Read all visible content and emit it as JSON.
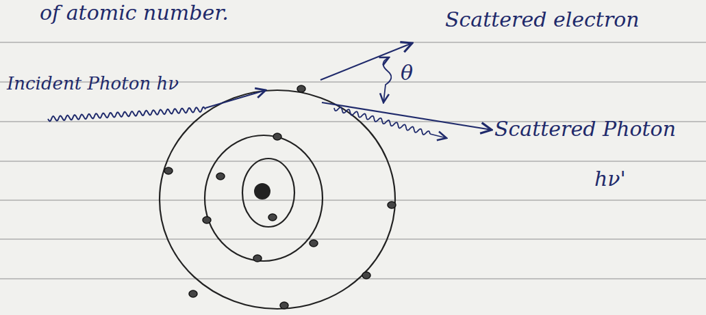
{
  "diagram": {
    "labels": [
      "of atomic number.",
      "Incident Photon hν",
      "Scattered electron",
      "θ",
      "Scattered Photon",
      "hν'"
    ]
  }
}
